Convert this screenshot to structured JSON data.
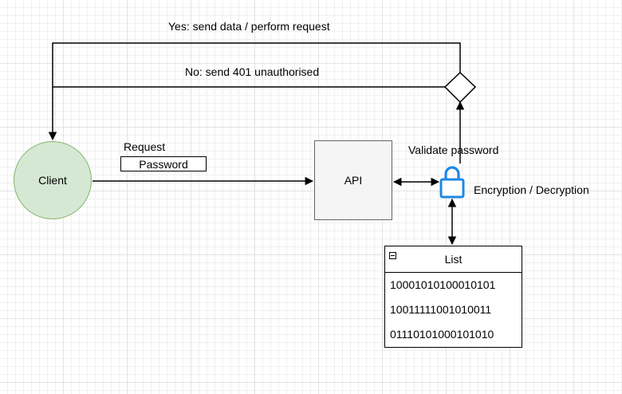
{
  "labels": {
    "yes": "Yes: send data  / perform request",
    "no": "No: send 401 unauthorised",
    "request": "Request",
    "validate": "Validate password",
    "encryption": "Encryption / Decryption"
  },
  "nodes": {
    "client": "Client",
    "api": "API",
    "password": "Password"
  },
  "list": {
    "title": "List",
    "items": [
      "10001010100010101",
      "10011111001010011",
      "01110101000101010"
    ]
  },
  "icons": {
    "lock": "lock-icon",
    "decision": "diamond-shape",
    "collapse": "minus-icon"
  },
  "colors": {
    "client_fill": "#d5e8d4",
    "client_stroke": "#82b366",
    "api_fill": "#f5f5f5",
    "api_stroke": "#666666",
    "lock": "#1e88e5"
  }
}
